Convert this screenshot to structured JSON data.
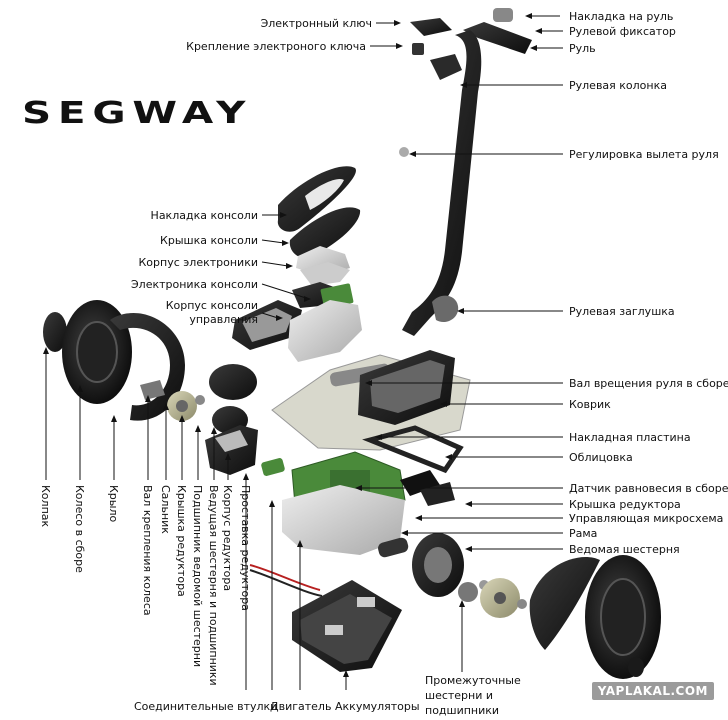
{
  "logo": "SEGWAY",
  "watermark": "YAPLAKAL.COM",
  "colors": {
    "part_dark": "#1a1a1a",
    "part_mid": "#555555",
    "part_light": "#c8c8c8",
    "board_green": "#4a8a3a",
    "leader": "#111111"
  },
  "labels_top_left": [
    "Электронный ключ",
    "Крепление электроного ключа"
  ],
  "labels_left": [
    "Накладка консоли",
    "Крышка консоли",
    "Корпус электроники",
    "Электроника консоли",
    "Корпус консоли",
    "управления"
  ],
  "labels_right": [
    "Накладка на руль",
    "Рулевой фиксатор",
    "Руль",
    "Рулевая колонка",
    "Регулировка вылета руля",
    "Рулевая заглушка",
    "Вал врещения руля в сборе",
    "Коврик",
    "Накладная пластина",
    "Облицовка",
    "Датчик равновесия в сборе",
    "Крышка редуктора",
    "Управляющая микросхема",
    "Рама",
    "Ведомая шестерня"
  ],
  "labels_vertical": [
    "Колпак",
    "Колесо в сборе",
    "Крыло",
    "Вал крепления колеса",
    "Сальник",
    "Крышка редуктора",
    "Подшипник ведомой шестерни",
    "Ведущая шестерня и подшипники",
    "Корпус редуктора",
    "Проставка редуктора"
  ],
  "labels_bottom": [
    "Соединительные втулки",
    "Двигатель",
    "Аккумуляторы",
    "Промежуточные",
    "шестерни и",
    "подшипники"
  ]
}
